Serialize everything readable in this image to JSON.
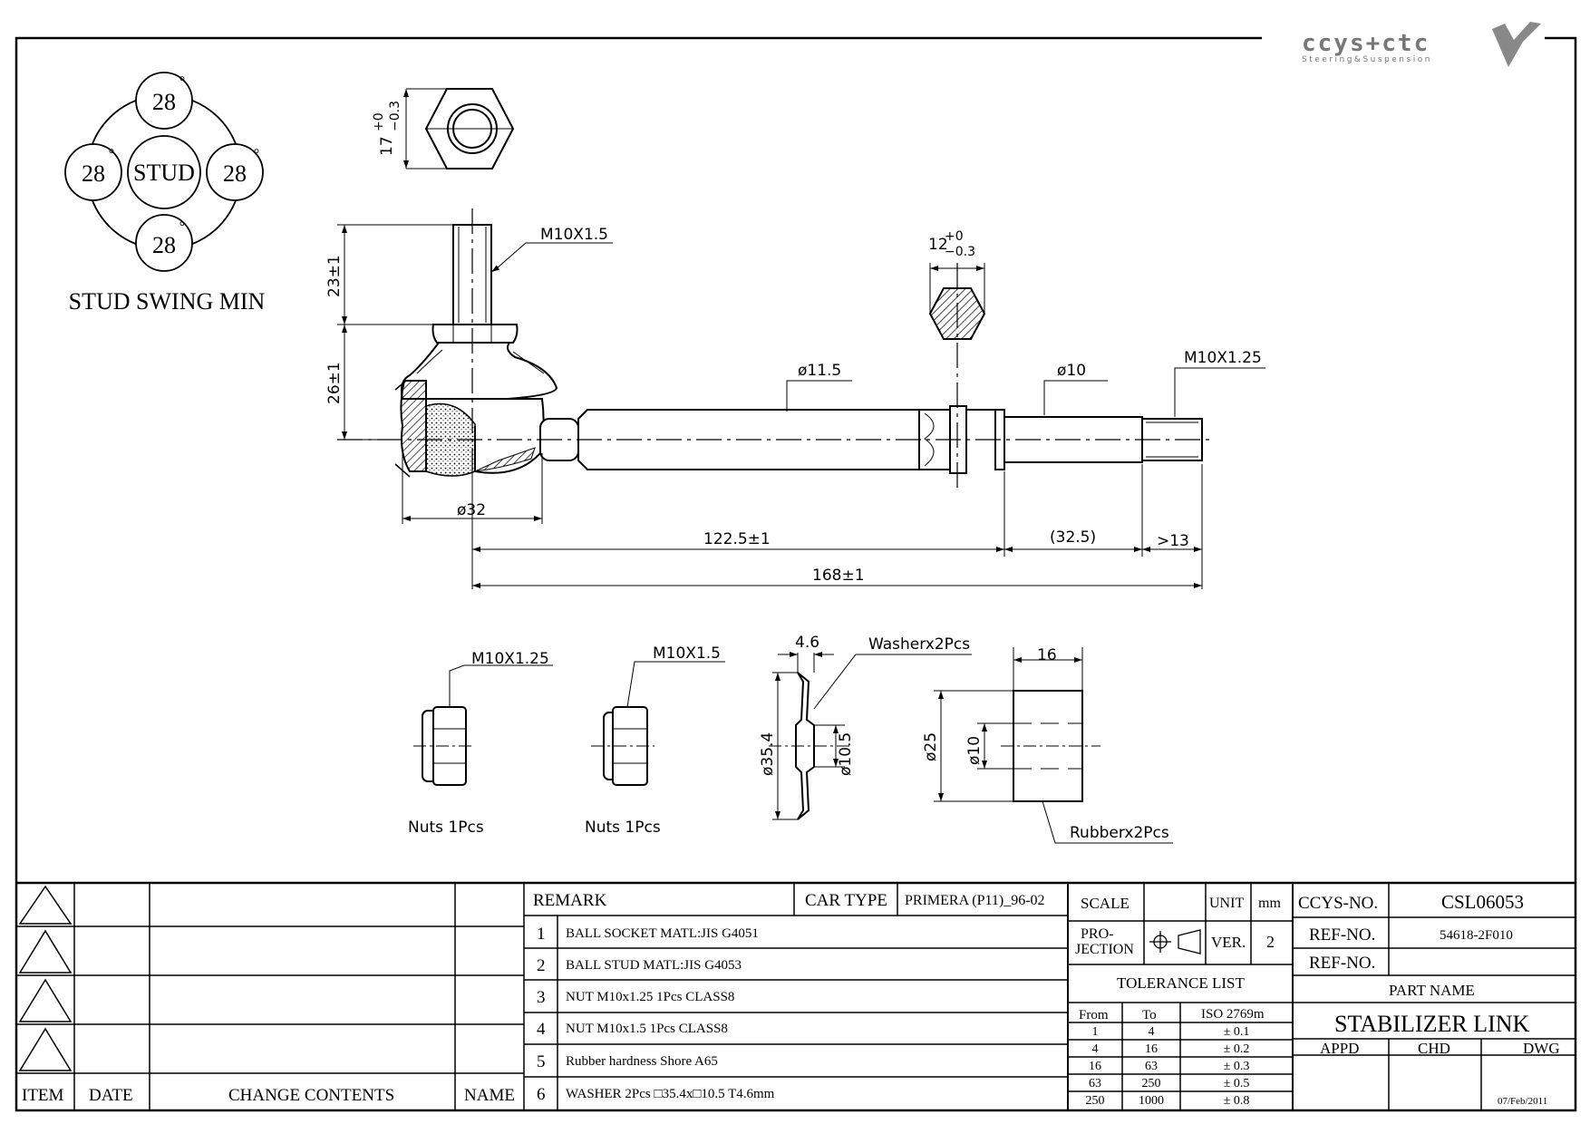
{
  "brand": {
    "name": "ccys+ctc",
    "tagline": "Steering&Suspension"
  },
  "swing": {
    "stud": "STUD",
    "angle": "28",
    "deg": "°",
    "title": "STUD SWING MIN"
  },
  "dims": {
    "hex17": "17",
    "hex17_tol_up": "+0",
    "hex17_tol_dn": "−0.3",
    "thread_stud": "M10X1.5",
    "len23": "23±1",
    "len26": "26±1",
    "hex12": "12",
    "hex12_tol_up": "+0",
    "hex12_tol_dn": "−0.3",
    "dia115": "ø11.5",
    "dia10": "ø10",
    "thread_end": "M10X1.25",
    "dia32": "ø32",
    "len1225": "122.5±1",
    "len325": "(32.5)",
    "len13": ">13",
    "len168": "168±1"
  },
  "parts": {
    "nut1_thread": "M10X1.25",
    "nut1_label": "Nuts  1Pcs",
    "nut2_thread": "M10X1.5",
    "nut2_label": "Nuts  1Pcs",
    "washer_t": "4.6",
    "washer_label": "Washerx2Pcs",
    "washer_od": "ø35.4",
    "washer_id": "ø10.5",
    "rubber_w": "16",
    "rubber_od": "ø25",
    "rubber_id": "ø10",
    "rubber_label": "Rubberx2Pcs"
  },
  "table": {
    "change_headers": [
      "ITEM",
      "DATE",
      "CHANGE CONTENTS",
      "NAME"
    ],
    "remark_label": "REMARK",
    "car_type_label": "CAR TYPE",
    "car_type_value": "PRIMERA (P11)_96-02",
    "remarks": [
      {
        "no": "1",
        "text": "BALL SOCKET MATL:JIS G4051"
      },
      {
        "no": "2",
        "text": "BALL STUD MATL:JIS G4053"
      },
      {
        "no": "3",
        "text": "NUT M10x1.25 1Pcs CLASS8"
      },
      {
        "no": "4",
        "text": "NUT M10x1.5 1Pcs CLASS8"
      },
      {
        "no": "5",
        "text": "Rubber hardness Shore A65"
      },
      {
        "no": "6",
        "text": "WASHER 2Pcs □35.4x□10.5 T4.6mm"
      }
    ],
    "scale_label": "SCALE",
    "unit_label": "UNIT",
    "unit_value": "mm",
    "projection_label_1": "PRO-",
    "projection_label_2": "JECTION",
    "ver_label": "VER.",
    "ver_value": "2",
    "tolerance_title": "TOLERANCE LIST",
    "tol_headers": [
      "From",
      "To",
      "ISO 2769m"
    ],
    "tolerances": [
      {
        "from": "1",
        "to": "4",
        "tol": "± 0.1"
      },
      {
        "from": "4",
        "to": "16",
        "tol": "± 0.2"
      },
      {
        "from": "16",
        "to": "63",
        "tol": "± 0.3"
      },
      {
        "from": "63",
        "to": "250",
        "tol": "± 0.5"
      },
      {
        "from": "250",
        "to": "1000",
        "tol": "± 0.8"
      }
    ],
    "ccys_no_label": "CCYS-NO.",
    "ccys_no_value": "CSL06053",
    "ref_no_label": "REF-NO.",
    "ref_no_value": "54618-2F010",
    "ref_no2_label": "REF-NO.",
    "ref_no2_value": "",
    "part_name_label": "PART NAME",
    "part_name_value": "STABILIZER LINK",
    "appd_label": "APPD",
    "chd_label": "CHD",
    "dwg_label": "DWG",
    "date_value": "07/Feb/2011"
  }
}
